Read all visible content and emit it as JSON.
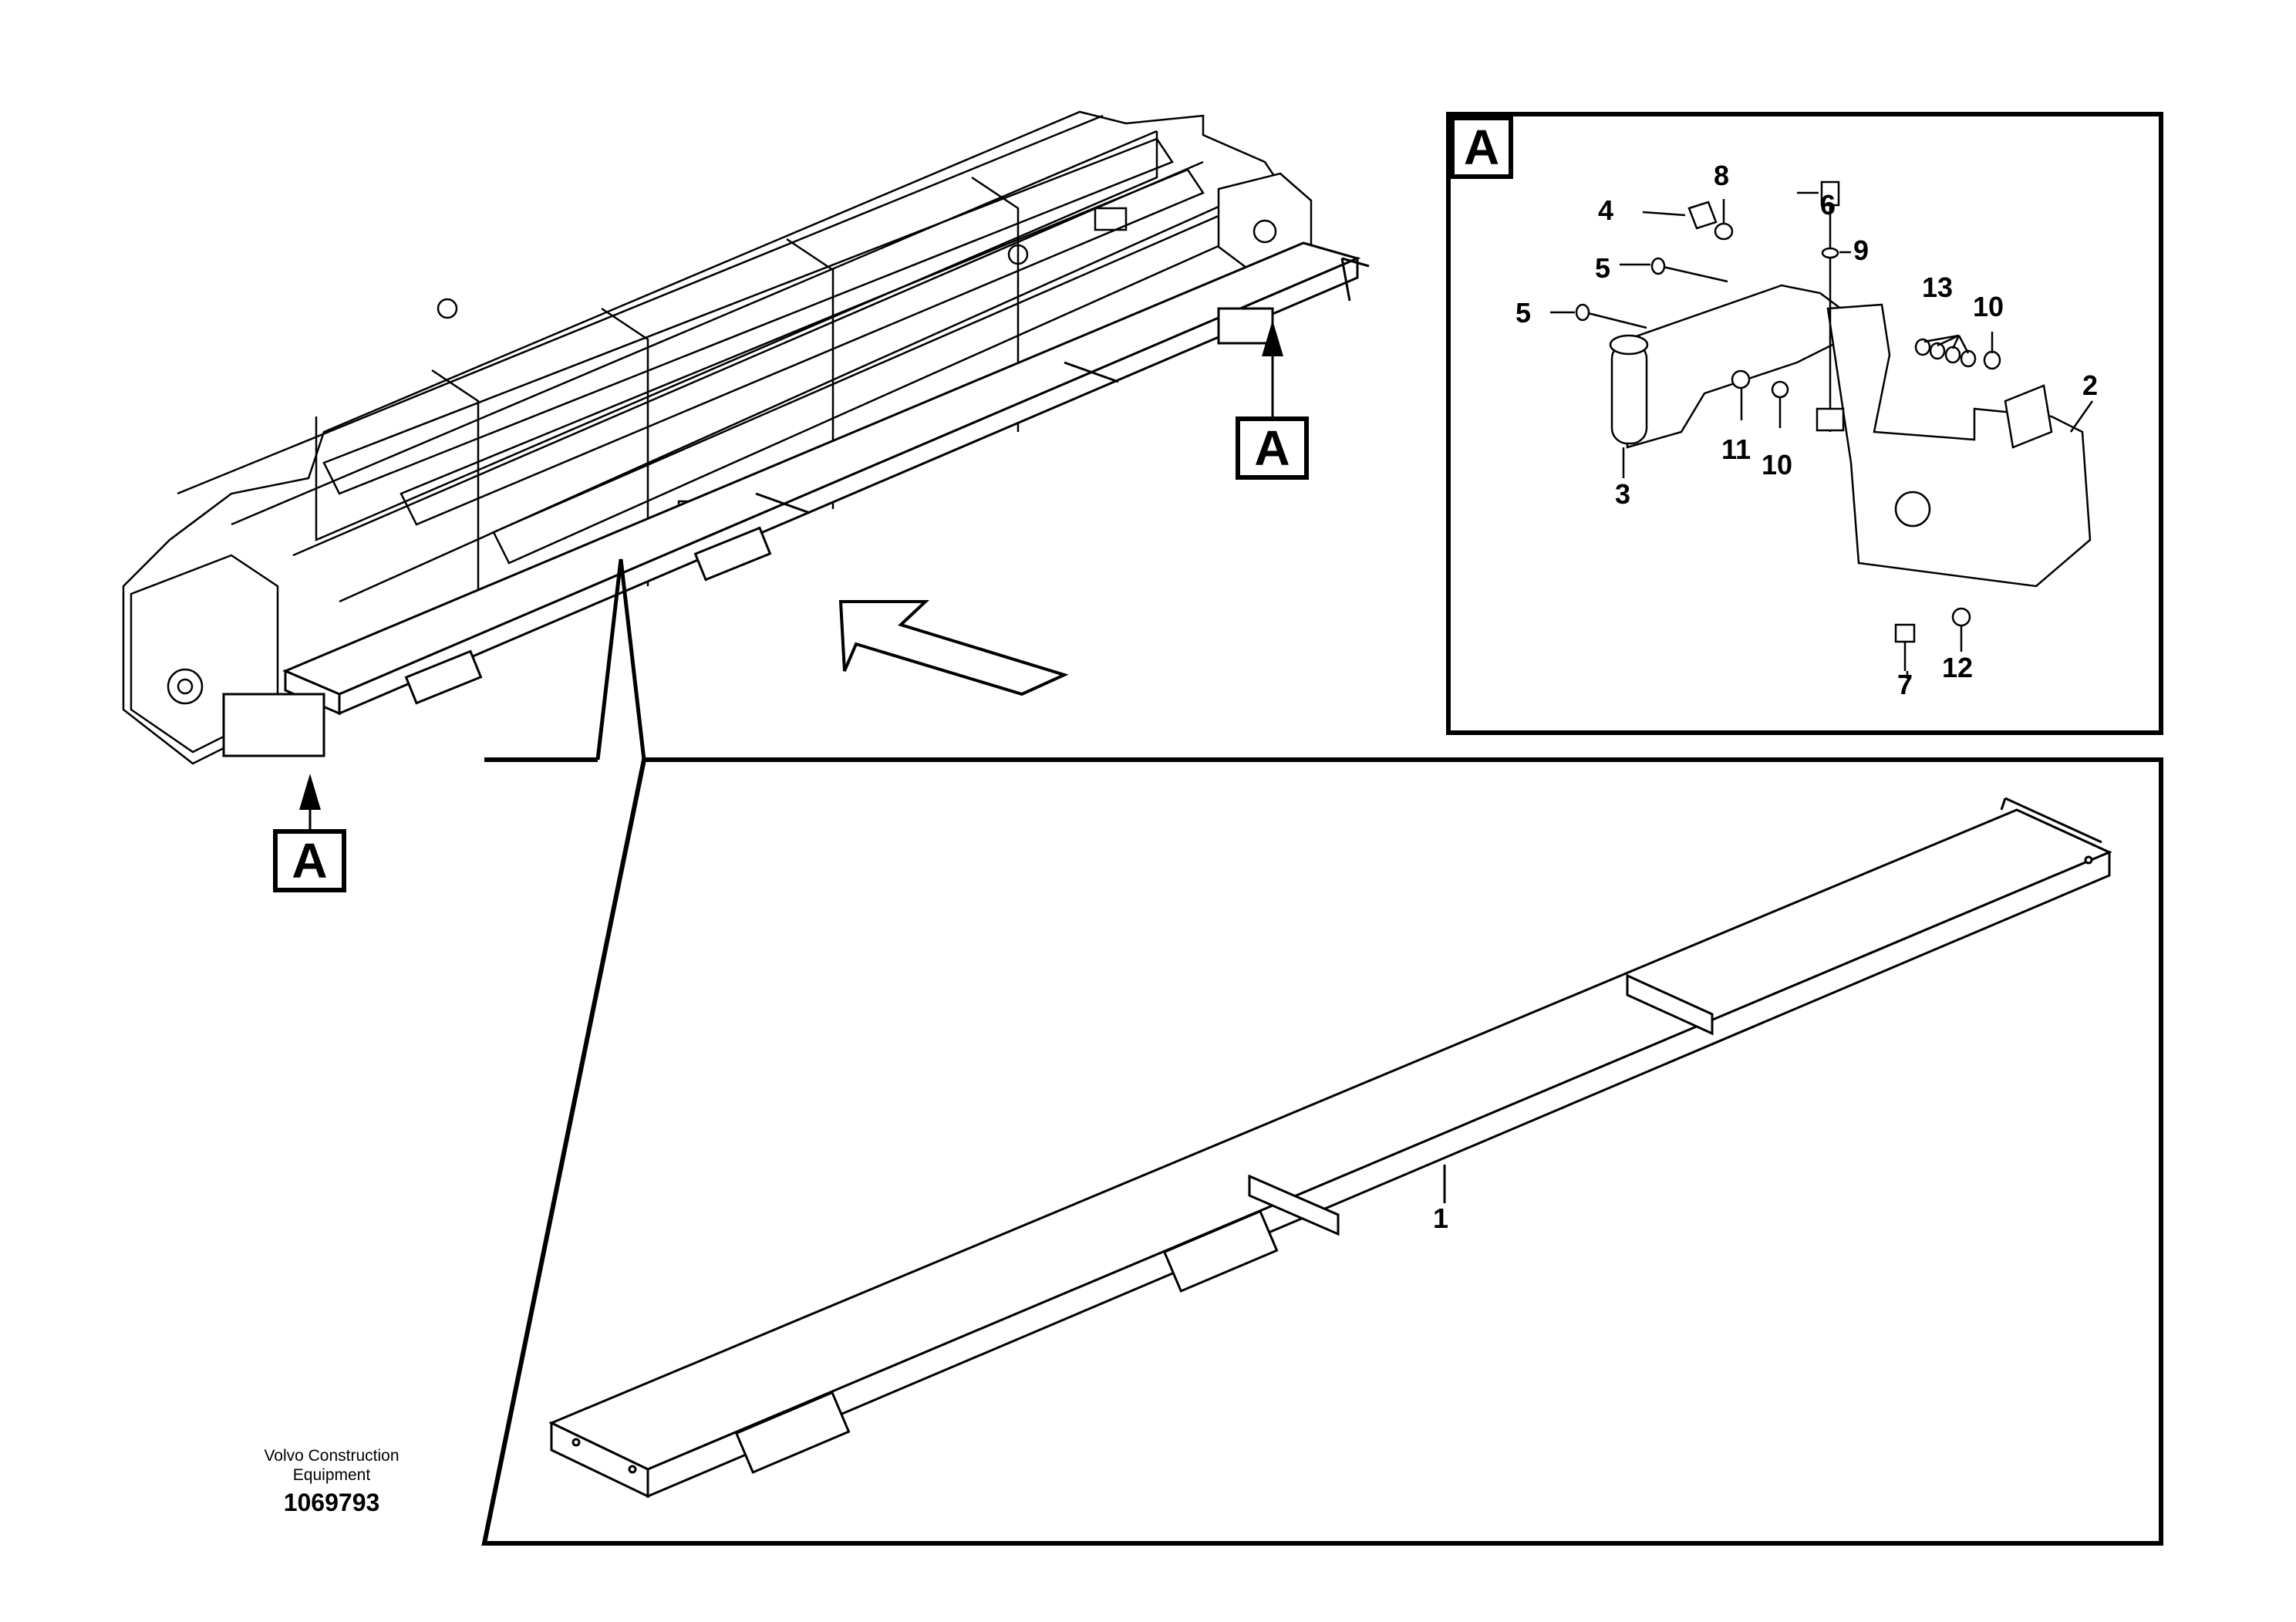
{
  "detail_label": "A",
  "callouts": {
    "c1": "1",
    "c2": "2",
    "c3": "3",
    "c4": "4",
    "c5a": "5",
    "c5b": "5",
    "c6": "6",
    "c7": "7",
    "c8": "8",
    "c9": "9",
    "c10a": "10",
    "c10b": "10",
    "c11": "11",
    "c12": "12",
    "c13": "13"
  },
  "footer": {
    "manufacturer_line1": "Volvo Construction",
    "manufacturer_line2": "Equipment",
    "drawing_number": "1069793"
  }
}
